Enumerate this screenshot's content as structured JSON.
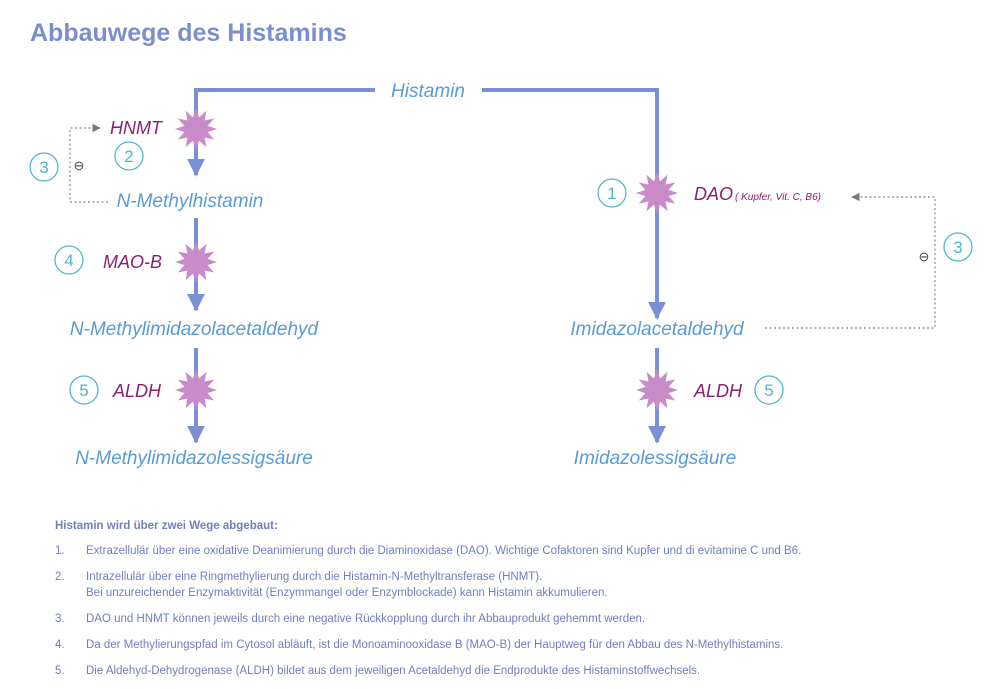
{
  "title": "Abbauwege des Histamins",
  "compounds": {
    "histamine": "Histamin",
    "n_methylhistamine": "N-Methylhistamin",
    "n_methylimidazolacetaldehyd": "N-Methylimidazolacetaldehyd",
    "n_methylimidazolessigsaeure": "N-Methylimidazolessigsäure",
    "imidazolacetaldehyd": "Imidazolacetaldehyd",
    "imidazolessigsaeure": "Imidazolessigsäure"
  },
  "enzymes": {
    "hnmt": "HNMT",
    "mao_b": "MAO-B",
    "aldh_left": "ALDH",
    "dao": "DAO",
    "dao_cofactors": "( Kupfer, Vit. C, B6)",
    "aldh_right": "ALDH"
  },
  "step_numbers": {
    "hnmt": "2",
    "feedback_left": "3",
    "mao_b": "4",
    "aldh_left": "5",
    "dao": "1",
    "feedback_right": "3",
    "aldh_right": "5"
  },
  "inhibition_symbol": "⊖",
  "colors": {
    "title": "#7b8fcf",
    "arrow": "#7b8fd4",
    "star": "#c98bc8",
    "compound_text": "#5a9ad6",
    "enzyme_text": "#8a2070",
    "step_circle": "#4fb8c8",
    "feedback_line": "#888888",
    "notes_text": "#6f7fc0"
  },
  "notes": {
    "heading": "Histamin wird über zwei Wege abgebaut:",
    "items": [
      {
        "number": "1.",
        "lines": [
          "Extrazellulär über eine oxidative Deanimierung durch die Diaminoxidase (DAO). Wichtige Cofaktoren sind Kupfer und di evitamine C und B6."
        ]
      },
      {
        "number": "2.",
        "lines": [
          "Intrazellulär über eine Ringmethylierung durch die Histamin-N-Methyltransferase (HNMT).",
          "Bei unzureichender Enzymaktivität (Enzymmangel oder Enzymblockade) kann Histamin akkumulieren."
        ]
      },
      {
        "number": "3.",
        "lines": [
          "DAO und HNMT können jeweils durch eine negative Rückkopplung durch ihr Abbauprodukt  gehemmt werden."
        ]
      },
      {
        "number": "4.",
        "lines": [
          "Da der Methylierungspfad im Cytosol abläuft, ist die Monoaminooxidase B (MAO-B) der Hauptweg für den Abbau des N-Methylhistamins."
        ]
      },
      {
        "number": "5.",
        "lines": [
          "Die Aldehyd-Dehydrogenase (ALDH) bildet aus dem jeweiligen Acetaldehyd die Endprodukte des Histaminstoffwechsels."
        ]
      }
    ]
  }
}
